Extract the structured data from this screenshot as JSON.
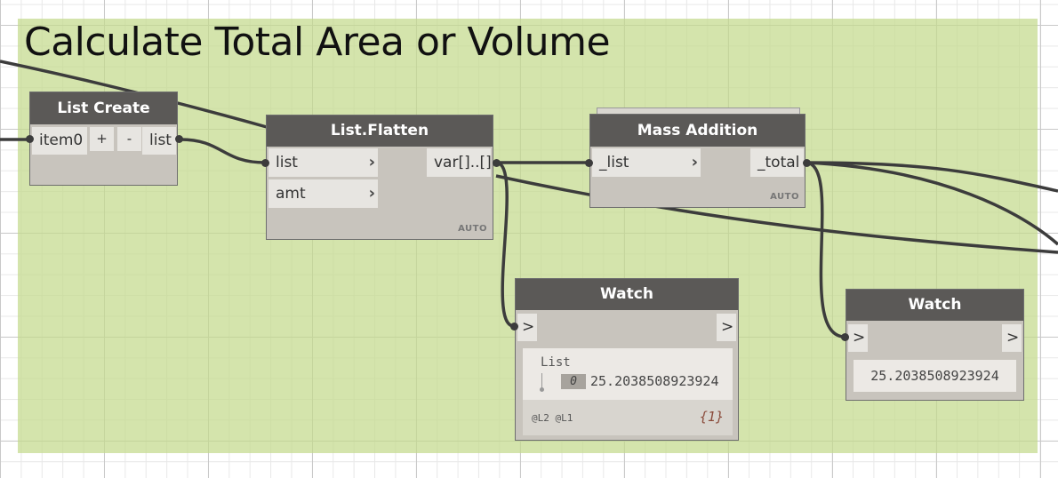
{
  "group": {
    "title": "Calculate Total Area or Volume"
  },
  "nodes": {
    "list_create": {
      "title": "List Create",
      "input_label": "item0",
      "add_label": "+",
      "remove_label": "-",
      "output_label": "list"
    },
    "list_flatten": {
      "title": "List.Flatten",
      "input1_label": "list",
      "input2_label": "amt",
      "output_label": "var[]..[]",
      "lacing": "AUTO"
    },
    "mass_addition": {
      "title": "Mass Addition",
      "input_label": "_list",
      "output_label": "_total",
      "lacing": "AUTO"
    },
    "watch1": {
      "title": "Watch",
      "input_label": ">",
      "output_label": ">",
      "list_header": "List",
      "item_index": "0",
      "item_value": "25.2038508923924",
      "levels": "@L2 @L1",
      "count": "{1}"
    },
    "watch2": {
      "title": "Watch",
      "input_label": ">",
      "output_label": ">",
      "value": "25.2038508923924"
    }
  },
  "colors": {
    "group_background": "#c3da8c",
    "node_header": "#5b5957",
    "node_body": "#c8c4bd",
    "port_background": "#e7e5e1",
    "wire": "#3c3c3c"
  }
}
